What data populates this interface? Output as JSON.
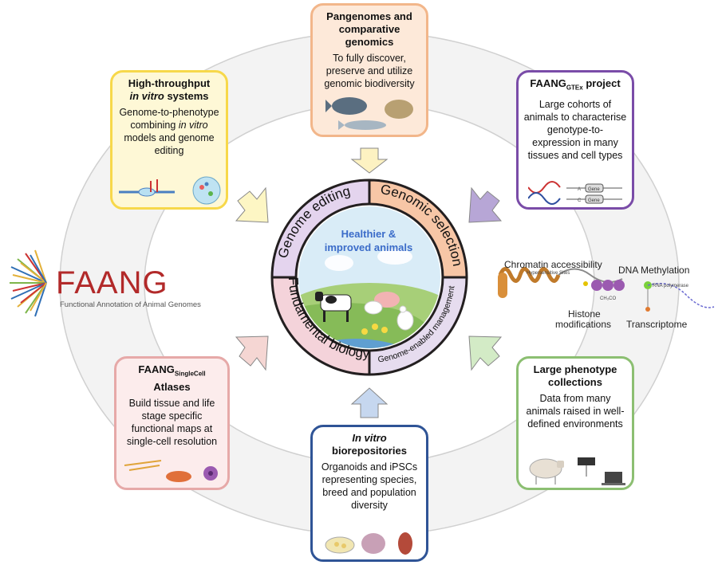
{
  "hub": {
    "center_text_line1": "Healthier &",
    "center_text_line2": "improved animals",
    "segments": [
      "Genome editing",
      "Genomic selection",
      "Fundamental biology",
      "Genome-enabled management"
    ]
  },
  "boxes": {
    "pangenomes": {
      "title": "Pangenomes and comparative genomics",
      "body": "To fully discover, preserve and utilize genomic biodiversity"
    },
    "high_throughput": {
      "title_part1": "High-throughput",
      "title_italic": "in vitro",
      "title_part2": " systems",
      "body_part1": "Genome-to-phenotype combining ",
      "body_italic": "in vitro",
      "body_part2": " models and genome editing"
    },
    "gtex": {
      "title_main": "FAANG",
      "title_sub": "GTEx",
      "title_rest": " project",
      "body": "Large cohorts of animals to characterise genotype-to-expression in many tissues and cell types"
    },
    "singlecell": {
      "title_main": "FAANG",
      "title_sub": "SingleCell",
      "title_rest": " Atlases",
      "body": "Build tissue and life stage specific functional maps at single-cell resolution"
    },
    "phenotype": {
      "title": "Large phenotype collections",
      "body": "Data from many animals raised in well-defined environments"
    },
    "biorepositories": {
      "title_italic": "In vitro",
      "title_rest": "biorepositories",
      "body": "Organoids and iPSCs representing species, breed and population diversity"
    }
  },
  "faang_logo": {
    "word": "FAANG",
    "subtitle": "Functional Annotation of Animal Genomes"
  },
  "chromatin_panel": {
    "chromatin_accessibility": "Chromatin accessibility",
    "dna_methylation": "DNA Methylation",
    "histone_modifications_1": "Histone",
    "histone_modifications_2": "modifications",
    "transcriptome": "Transcriptome",
    "hypersensitive_sites": "Hypersensitive Sites",
    "rna_polymerase": "RNA polymerase",
    "ch3co": "CH₃CO"
  },
  "gene_labels": [
    "A",
    "Gene",
    "C",
    "Gene"
  ],
  "colors": {
    "genome_editing": "#e4d4ee",
    "genomic_selection": "#f7c6a6",
    "fundamental_biology": "#f4d3da",
    "genome_enabled": "#e6dcef",
    "faang_red": "#b22a2a"
  }
}
